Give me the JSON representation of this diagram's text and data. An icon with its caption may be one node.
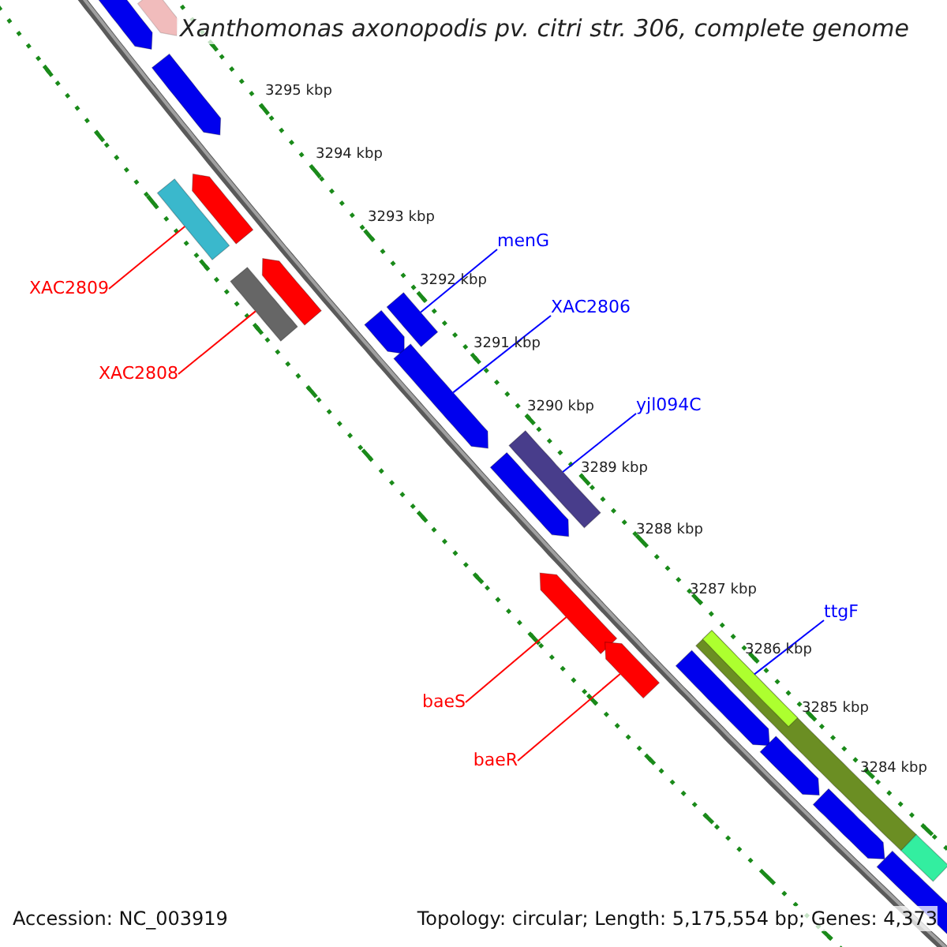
{
  "diagram": {
    "title": "Xanthomonas axonopodis pv. citri str. 306, complete genome",
    "nodes": [
      {
        "text": [
          "menG"
        ]
      },
      {
        "text": [
          "XAC2809"
        ]
      },
      {
        "text": [
          "XAC2806"
        ]
      },
      {
        "text": [
          "XAC2808"
        ]
      },
      {
        "text": [
          "yjl094C"
        ]
      },
      {
        "text": [
          "ttgF"
        ]
      },
      {
        "text": [
          "baeS"
        ]
      },
      {
        "text": [
          "baeR"
        ]
      },
      {
        "text": [],
        "shape": "bar"
      },
      {
        "text": [],
        "shape": "bar"
      },
      {
        "text": [],
        "shape": "bar"
      },
      {
        "text": [],
        "shape": "bar"
      },
      {
        "text": [],
        "shape": "bar"
      },
      {
        "text": [],
        "shape": "bar"
      },
      {
        "text": [],
        "shape": "bar"
      },
      {
        "text": [],
        "shape": "bar"
      },
      {
        "text": [],
        "shape": "bar"
      },
      {
        "text": [],
        "shape": "bar"
      },
      {
        "text": [],
        "shape": "bar"
      },
      {
        "text": [],
        "shape": "bar"
      },
      {
        "text": [],
        "shape": "bar"
      },
      {
        "text": [],
        "shape": "bar"
      },
      {
        "text": [],
        "shape": "bar"
      },
      {
        "text": [],
        "shape": "bar",
        "in": 22
      },
      {
        "text": [],
        "shape": "bar"
      },
      {
        "text": [],
        "shape": "bar"
      },
      {
        "text": [],
        "shape": "bar"
      },
      {
        "text": [],
        "shape": "bar"
      },
      {
        "text": [],
        "shape": "bar"
      }
    ],
    "edges": [
      {
        "from": 0,
        "to": 16,
        "arrow": "none",
        "color": "#0000ff"
      },
      {
        "from": 1,
        "to": 12,
        "arrow": "none",
        "color": "#ff0000"
      },
      {
        "from": 2,
        "to": 17,
        "arrow": "none",
        "color": "#0000ff"
      },
      {
        "from": 3,
        "to": 14,
        "arrow": "none",
        "color": "#ff0000"
      },
      {
        "from": 4,
        "to": 18,
        "arrow": "none",
        "color": "#0000ff"
      },
      {
        "from": 5,
        "to": 23,
        "arrow": "none",
        "color": "#0000ff"
      },
      {
        "from": 6,
        "to": 20,
        "arrow": "none",
        "color": "#ff0000"
      },
      {
        "from": 7,
        "to": 21,
        "arrow": "none",
        "color": "#ff0000"
      }
    ],
    "labels": [
      "3295 kbp",
      "3294 kbp",
      "3293 kbp",
      "3292 kbp",
      "3291 kbp",
      "3290 kbp",
      "3289 kbp",
      "3288 kbp",
      "3287 kbp",
      "3286 kbp",
      "3285 kbp",
      "3284 kbp",
      "Accession: NC_003919",
      "Topology: circular; Length: 5,175,554 bp; Genes: 4,373"
    ]
  }
}
